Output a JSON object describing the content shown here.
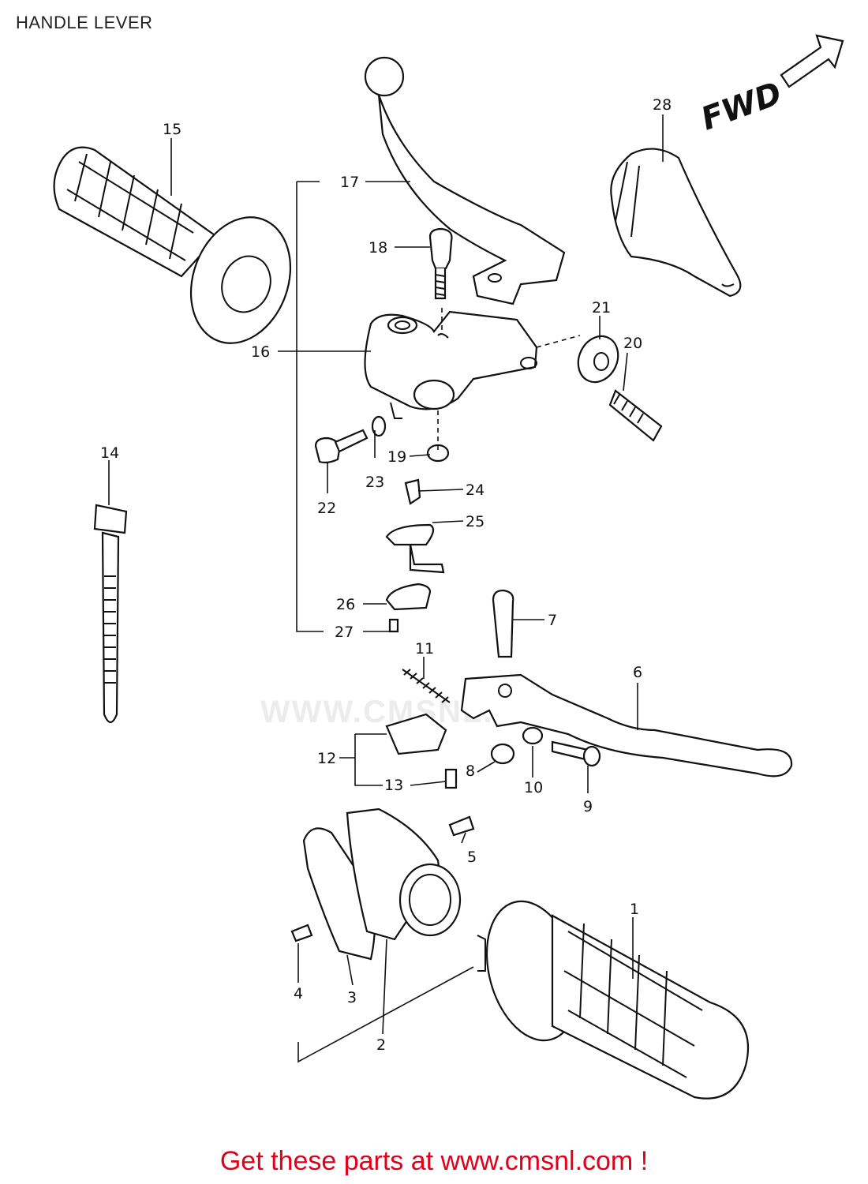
{
  "header": {
    "title": "HANDLE LEVER"
  },
  "footer": {
    "link_text": "Get these parts at www.cmsnl.com !"
  },
  "watermark": {
    "text": "WWW.CMSNL.COM"
  },
  "diagram": {
    "direction_label": "FWD",
    "callouts": [
      "1",
      "2",
      "3",
      "4",
      "5",
      "6",
      "7",
      "8",
      "9",
      "10",
      "11",
      "12",
      "13",
      "14",
      "15",
      "16",
      "17",
      "18",
      "19",
      "20",
      "21",
      "22",
      "23",
      "24",
      "25",
      "26",
      "27",
      "28"
    ]
  },
  "colors": {
    "footer_link": "#e0001a",
    "line_art": "#111111",
    "background": "#ffffff"
  }
}
